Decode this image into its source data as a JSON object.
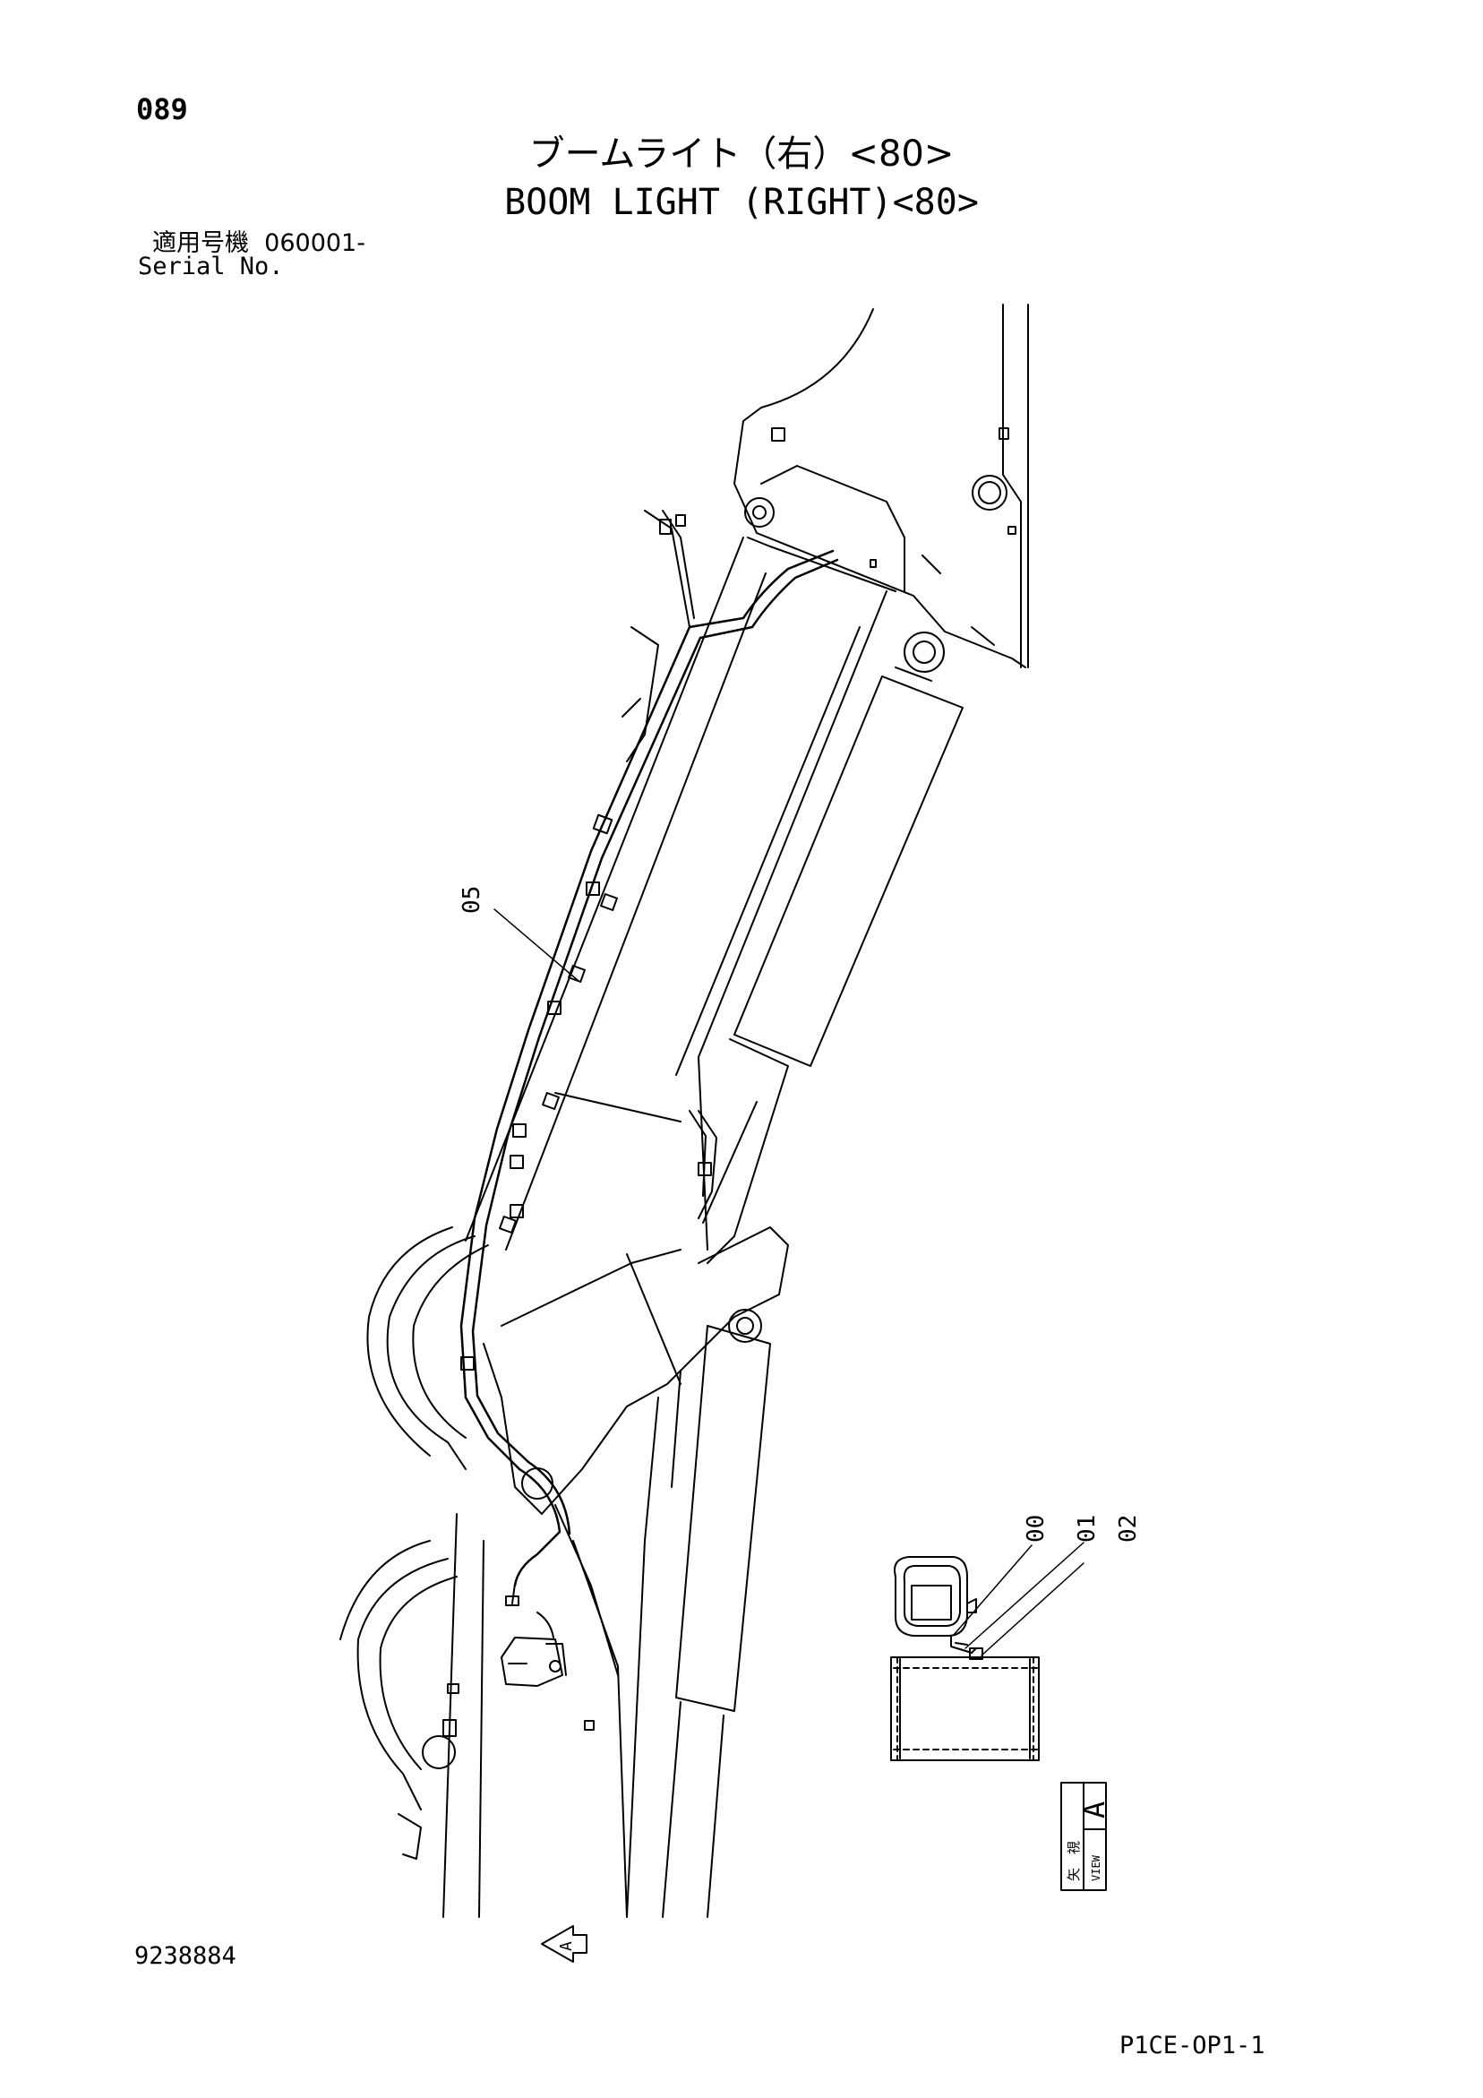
{
  "header": {
    "page_number": "089",
    "title_ja": "ブームライト（右）<80>",
    "title_en": "BOOM LIGHT (RIGHT)<80>",
    "serial_ja": "適用号機  060001-",
    "serial_en": "Serial No."
  },
  "callouts": {
    "c05": "05",
    "c00": "00",
    "c01": "01",
    "c02": "02"
  },
  "view": {
    "letter": "A",
    "label_ja_1": "矢",
    "label_ja_2": "視",
    "label_en": "VIEW",
    "arrow_letter": "A"
  },
  "footer": {
    "drawing_number": "9238884",
    "page_code": "P1CE-OP1-1"
  }
}
